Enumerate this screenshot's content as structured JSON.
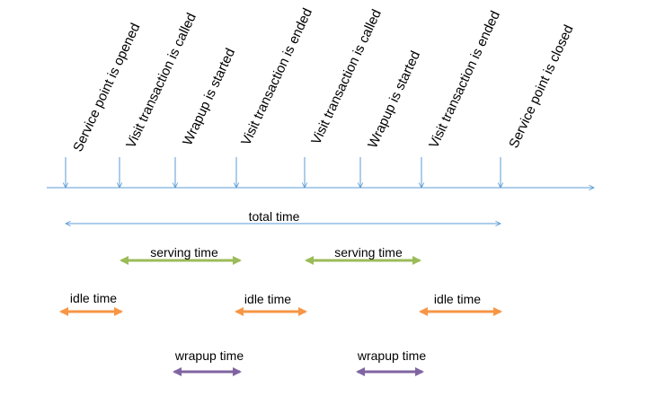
{
  "timeline": {
    "color": "#5b9bd5",
    "events": [
      {
        "label": "Service point is opened"
      },
      {
        "label": "Visit transaction is called"
      },
      {
        "label": "Wrapup is started"
      },
      {
        "label": "Visit transaction is ended"
      },
      {
        "label": "Visit transaction is called"
      },
      {
        "label": "Wrapup is started"
      },
      {
        "label": "Visit transaction is ended"
      },
      {
        "label": "Service point is closed"
      }
    ]
  },
  "spans": {
    "total": {
      "label": "total time",
      "color": "#5b9bd5"
    },
    "serving": [
      {
        "label": "serving time",
        "color": "#9bbb59"
      },
      {
        "label": "serving time",
        "color": "#9bbb59"
      }
    ],
    "idle": [
      {
        "label": "idle time",
        "color": "#f79646"
      },
      {
        "label": "idle time",
        "color": "#f79646"
      },
      {
        "label": "idle time",
        "color": "#f79646"
      }
    ],
    "wrapup": [
      {
        "label": "wrapup time",
        "color": "#8064a2"
      },
      {
        "label": "wrapup time",
        "color": "#8064a2"
      }
    ]
  }
}
